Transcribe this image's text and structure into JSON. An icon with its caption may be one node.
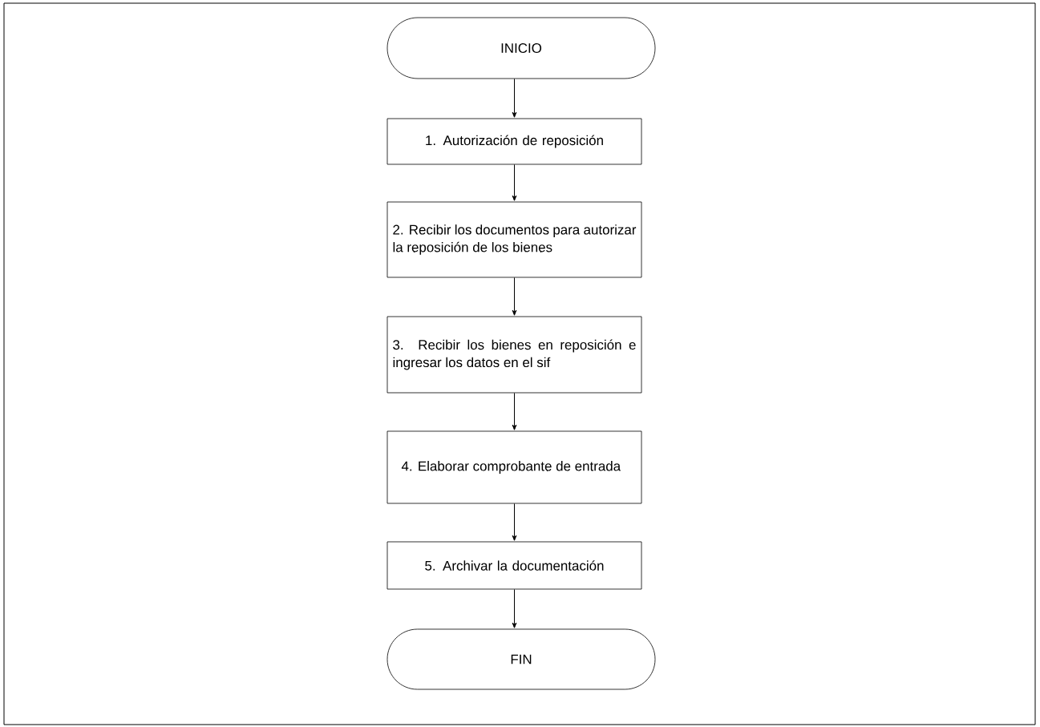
{
  "diagram": {
    "nodes": [
      {
        "text": [
          "INICIO"
        ]
      },
      {
        "text": [
          "1. Autorización de reposición"
        ]
      },
      {
        "text": [
          "2. Recibir los documentos para autorizar la reposición de los bienes"
        ]
      },
      {
        "text": [
          "3. Recibir los bienes en reposición e ingresar los datos en el sif"
        ]
      },
      {
        "text": [
          "4. Elaborar comprobante de entrada"
        ]
      },
      {
        "text": [
          "5. Archivar la documentación"
        ]
      },
      {
        "text": [
          "FIN"
        ]
      }
    ],
    "edges": [
      {
        "from": 0,
        "to": 1,
        "arrow": "to"
      },
      {
        "from": 1,
        "to": 2,
        "arrow": "to"
      },
      {
        "from": 2,
        "to": 3,
        "arrow": "to"
      },
      {
        "from": 3,
        "to": 4,
        "arrow": "to"
      },
      {
        "from": 4,
        "to": 5,
        "arrow": "to"
      },
      {
        "from": 5,
        "to": 6,
        "arrow": "to"
      }
    ]
  }
}
